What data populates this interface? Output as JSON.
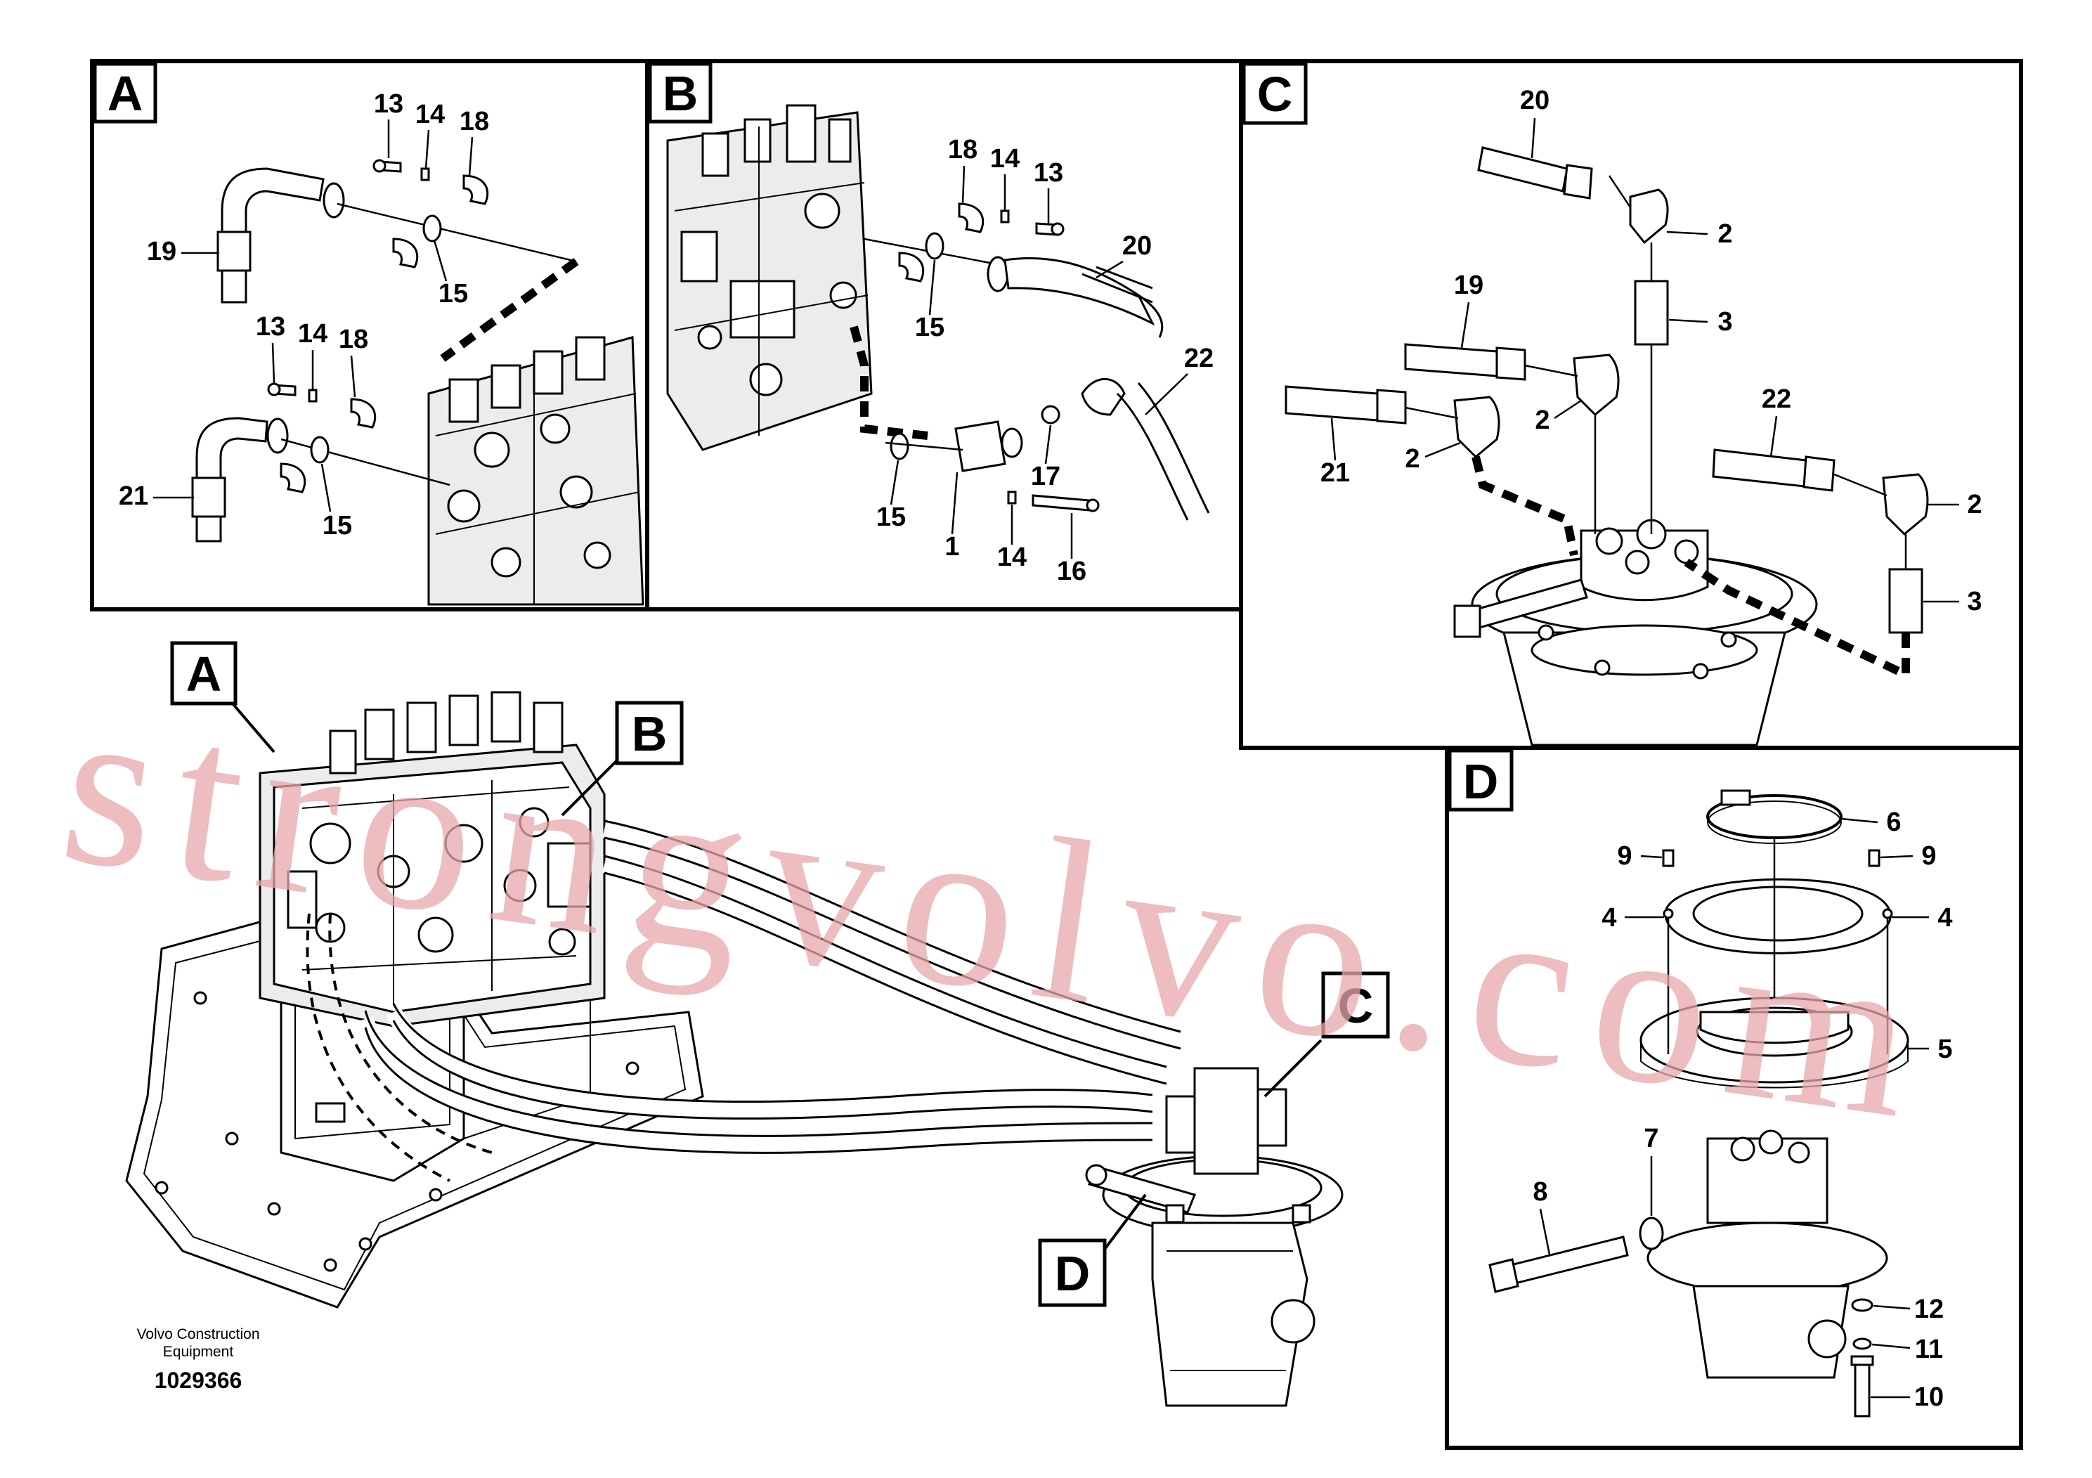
{
  "panels": {
    "A": {
      "tag": "A",
      "labels": {
        "l13a": "13",
        "l14a": "14",
        "l18a": "18",
        "l19": "19",
        "l15a": "15",
        "l13b": "13",
        "l14b": "14",
        "l18b": "18",
        "l21": "21",
        "l15b": "15"
      }
    },
    "B": {
      "tag": "B",
      "labels": {
        "l18": "18",
        "l14": "14",
        "l13": "13",
        "l20": "20",
        "l15a": "15",
        "l22": "22",
        "l17": "17",
        "l15b": "15",
        "l1": "1",
        "l14b": "14",
        "l16": "16"
      }
    },
    "C": {
      "tag": "C",
      "labels": {
        "l20": "20",
        "l2a": "2",
        "l3a": "3",
        "l19": "19",
        "l2b": "2",
        "l21": "21",
        "l2c": "2",
        "l22": "22",
        "l2d": "2",
        "l3b": "3"
      }
    },
    "D": {
      "tag": "D",
      "labels": {
        "l6": "6",
        "l9a": "9",
        "l9b": "9",
        "l4a": "4",
        "l4b": "4",
        "l5": "5",
        "l7": "7",
        "l8": "8",
        "l12": "12",
        "l11": "11",
        "l10": "10"
      }
    }
  },
  "main": {
    "callouts": {
      "A": "A",
      "B": "B",
      "C": "C",
      "D": "D"
    }
  },
  "footer": {
    "company_line1": "Volvo Construction",
    "company_line2": "Equipment",
    "drawing_number": "1029366"
  },
  "watermark": {
    "text": "strongvolvo.com",
    "color": "#e7a7ab"
  }
}
